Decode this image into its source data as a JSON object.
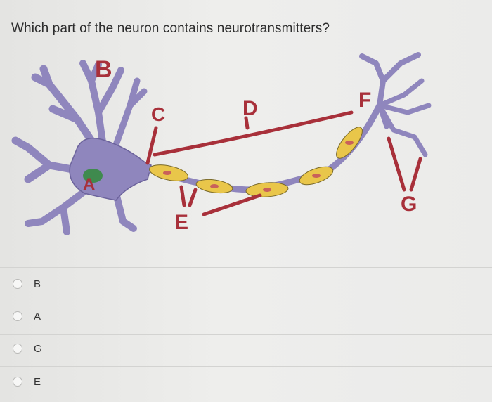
{
  "question": "Which part of the neuron contains neurotransmitters?",
  "diagram": {
    "labels": {
      "a": "A",
      "b": "B",
      "c": "C",
      "d": "D",
      "e": "E",
      "f": "F",
      "g": "G"
    },
    "colors": {
      "neuron": "#8f86bd",
      "neuron_stroke": "#6c639c",
      "myelin": "#e9c64a",
      "pointer": "#a8303a",
      "nucleus": "#3f8a4e"
    }
  },
  "options": [
    {
      "label": "B"
    },
    {
      "label": "A"
    },
    {
      "label": "G"
    },
    {
      "label": "E"
    }
  ]
}
